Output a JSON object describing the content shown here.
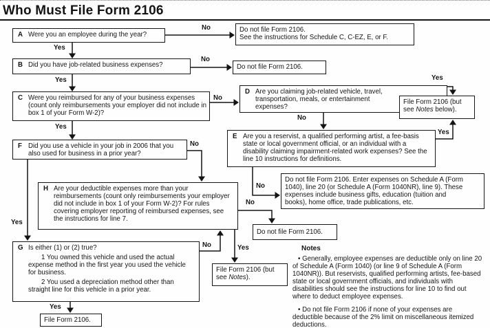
{
  "title": "Who Must File Form 2106",
  "labels": {
    "yes": "Yes",
    "no": "No"
  },
  "nodes": {
    "A": {
      "letter": "A",
      "text": "Were you an employee during the year?"
    },
    "B": {
      "letter": "B",
      "text": "Did you have job-related business expenses?"
    },
    "C": {
      "letter": "C",
      "text": "Were you reimbursed for any of your business expenses (count only reimbursements your employer did not include in box 1 of your Form W-2)?"
    },
    "D": {
      "letter": "D",
      "text": "Are you claiming job-related vehicle, travel, transportation, meals, or entertainment expenses?"
    },
    "E": {
      "letter": "E",
      "text": "Are you a reservist, a qualified performing artist, a fee-basis state or local government official, or an individual with a disability claiming impairment-related work expenses? See the line 10 instructions for definitions."
    },
    "F": {
      "letter": "F",
      "text": "Did you use a vehicle in your job in 2006 that you also used for business in a prior year?"
    },
    "G": {
      "letter": "G",
      "text": "Is either (1) or (2) true?",
      "item1": "1 You owned this vehicle and used the actual expense method in the first year you used the vehicle for business.",
      "item2": "2 You used a depreciation method other than straight line for this vehicle in a prior year."
    },
    "H": {
      "letter": "H",
      "text": "Are your deductible expenses more than your reimbursements (count only reimbursements your employer did not include in box 1 of your Form W-2)? For rules covering employer reporting of reimbursed expenses, see the instructions for line 7."
    }
  },
  "outcomes": {
    "dnf_schedules_line1": "Do not file Form 2106.",
    "dnf_schedules_line2": "See the instructions for Schedule C, C-EZ, E, or F.",
    "dnf_plain": "Do not file Form 2106.",
    "file_notes_below": {
      "pre": "File Form 2106 (but see ",
      "italic": "Notes",
      "post": " below)."
    },
    "sched_a": "Do not file Form 2106. Enter expenses on Schedule A (Form 1040), line 20 (or Schedule A (Form 1040NR), line 9). These expenses include business gifts, education (tuition and books), home office, trade publications, etc.",
    "dnf_after_h": "Do not file Form 2106.",
    "file_notes": {
      "pre": "File Form 2106 (but see ",
      "italic": "Notes",
      "post": ")."
    },
    "file_plain": "File Form 2106."
  },
  "notes": {
    "heading": "Notes",
    "items": [
      "• Generally, employee expenses are deductible only on line 20 of Schedule A (Form 1040) (or line 9 of Schedule A (Form 1040NR)). But reservists, qualified performing artists, fee-based state or local government officials, and individuals with disabilities should see the instructions for line 10 to find out where to deduct employee expenses.",
      "• Do not file Form 2106 if none of your expenses are deductible because of the 2% limit on miscellaneous itemized deductions."
    ]
  }
}
